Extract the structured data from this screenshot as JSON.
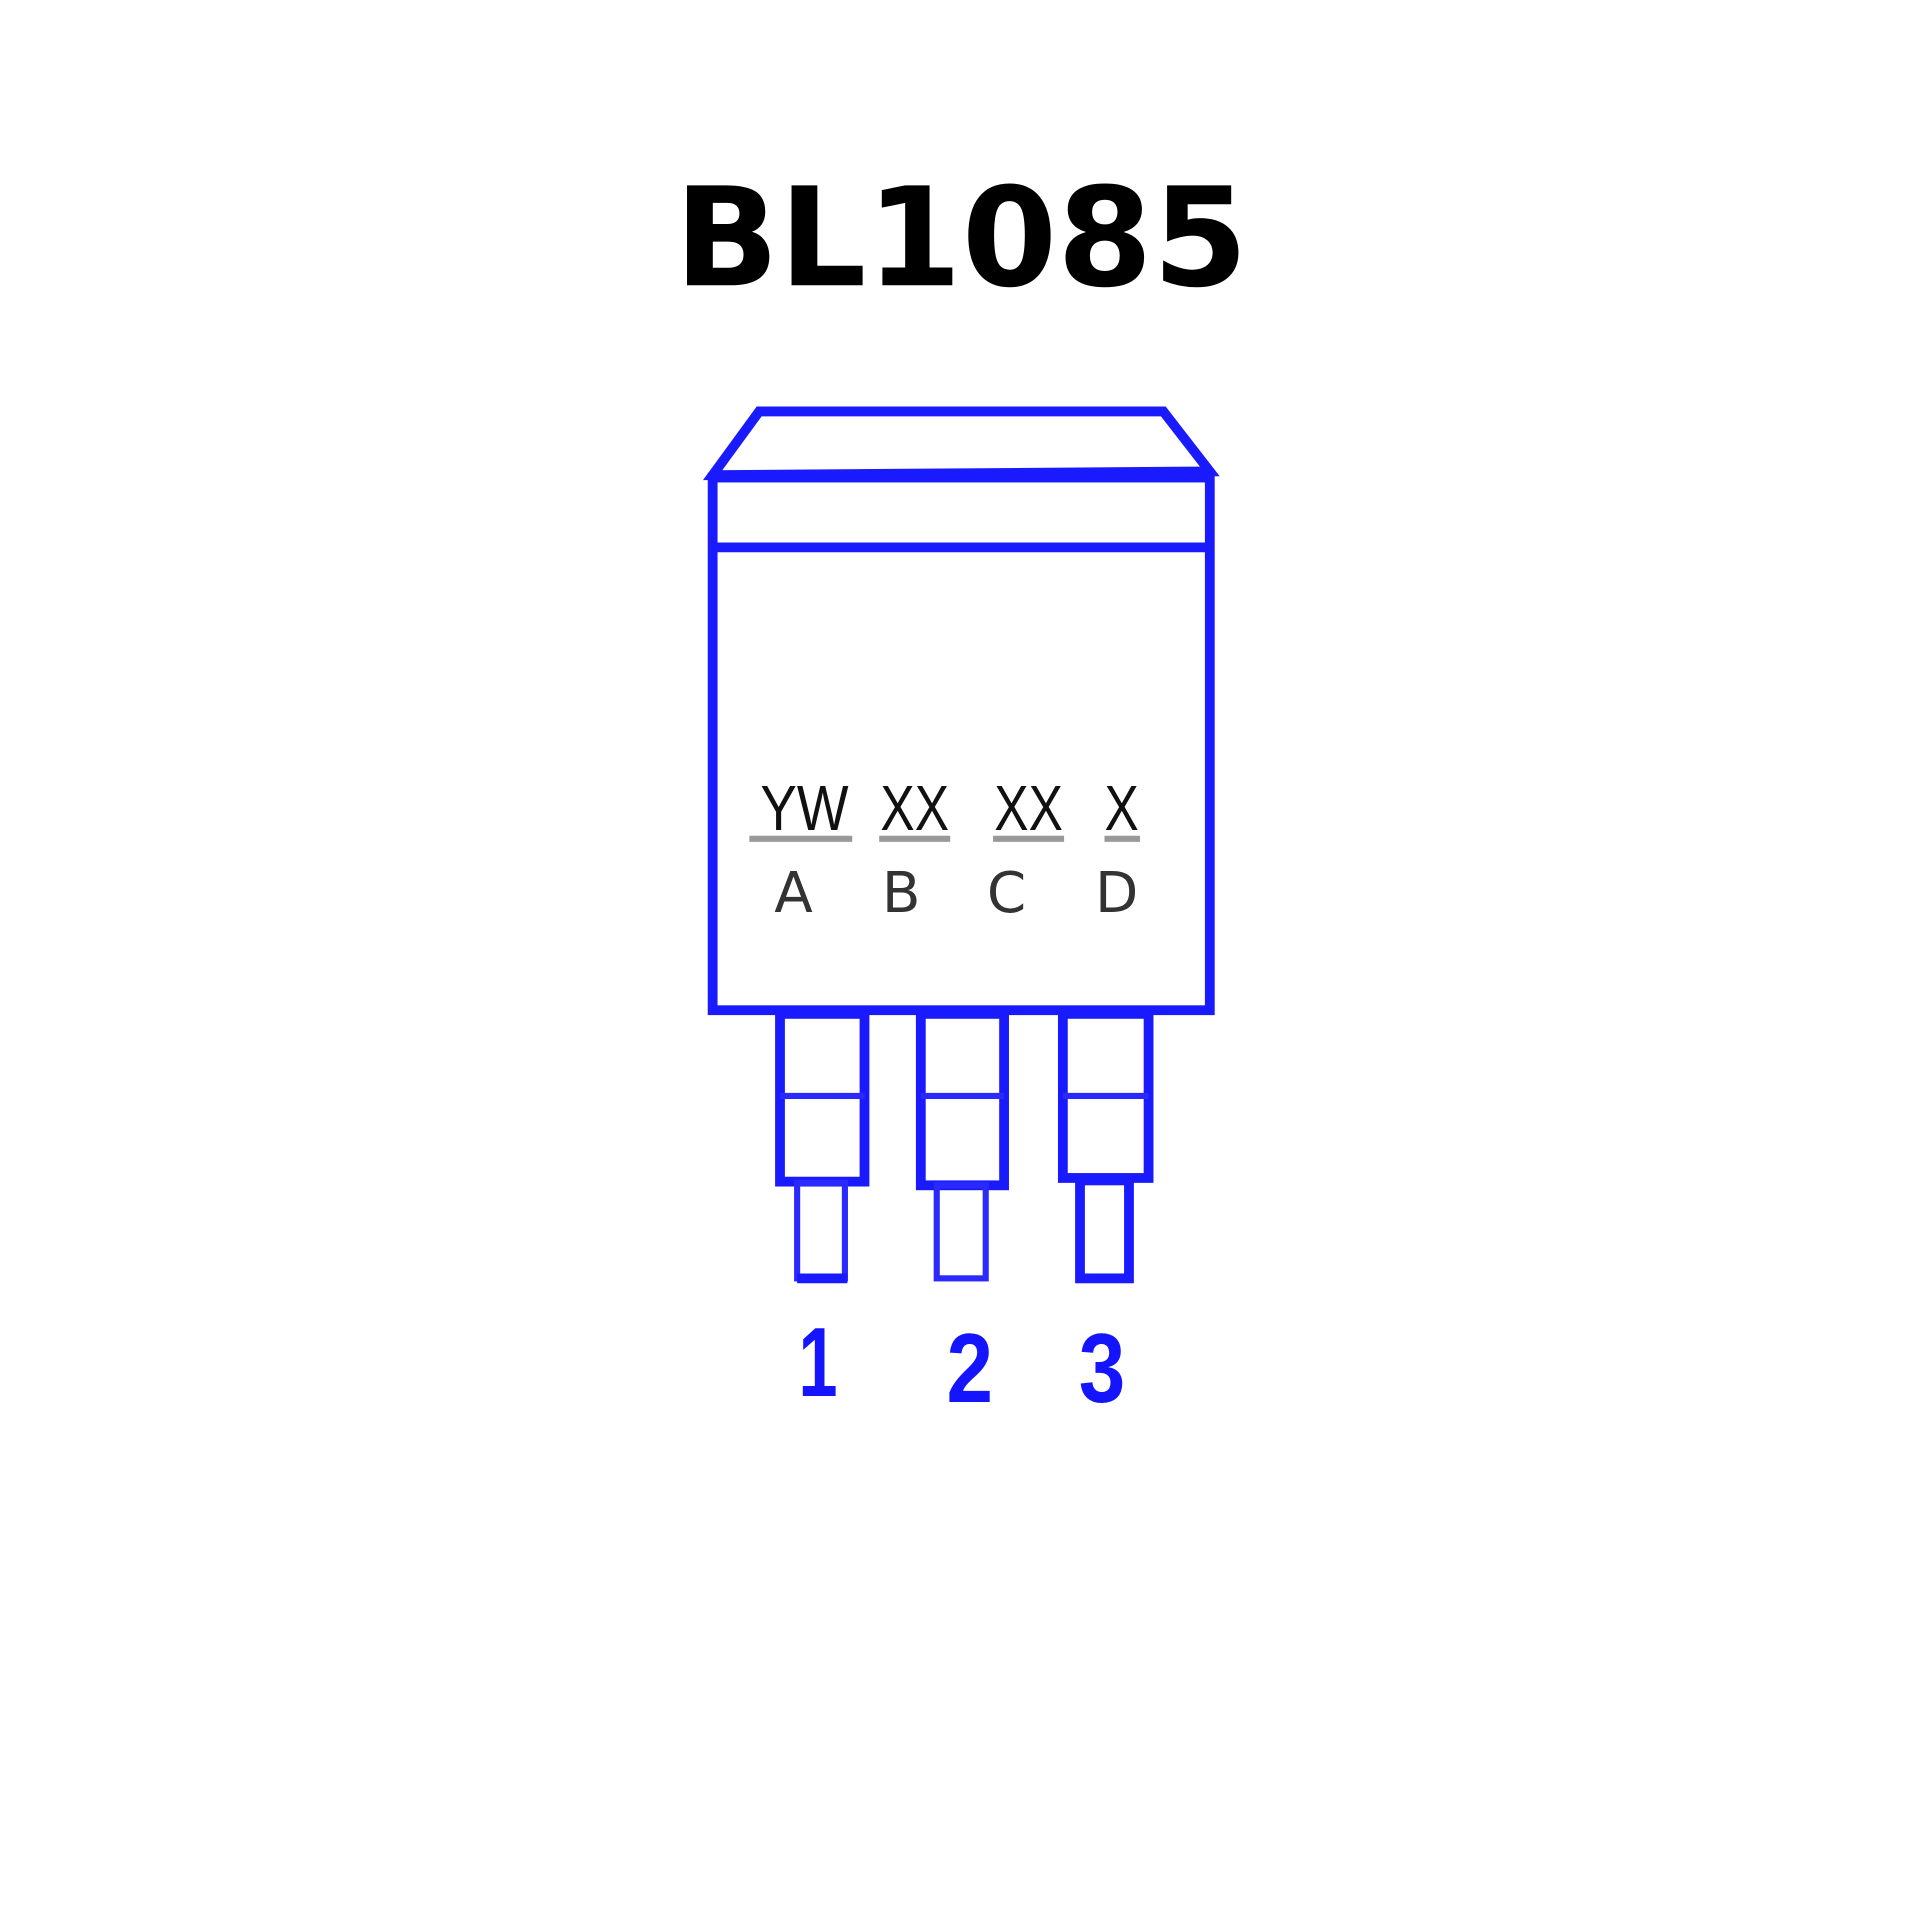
{
  "title": "BL1085",
  "package": {
    "marking": [
      {
        "code": "YW",
        "label": "A"
      },
      {
        "code": "XX",
        "label": "B"
      },
      {
        "code": "XX",
        "label": "C"
      },
      {
        "code": "X",
        "label": "D"
      }
    ],
    "pins": [
      "1",
      "2",
      "3"
    ]
  },
  "colors": {
    "outline": "#1a1aff",
    "title": "#000000"
  }
}
